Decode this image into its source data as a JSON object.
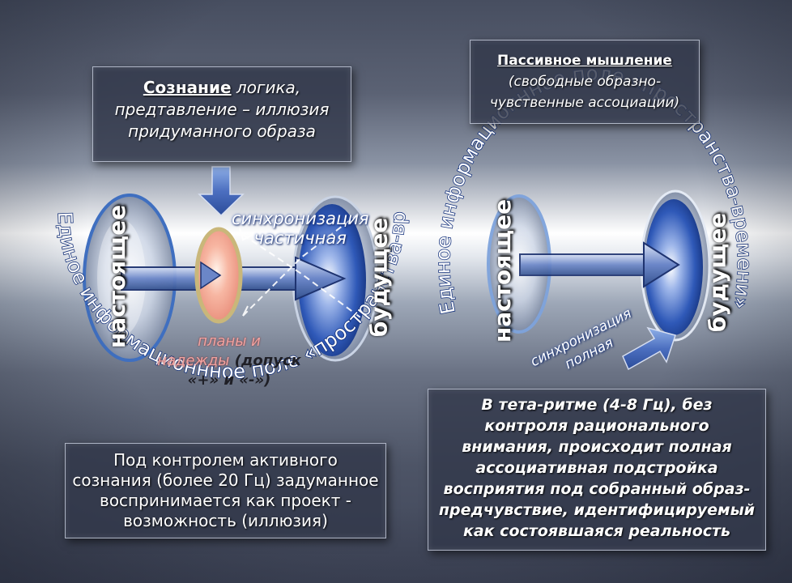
{
  "box_consciousness": {
    "title": "Сознание",
    "line1": " логика,",
    "line2": "предтавление – иллюзия",
    "line3": "придуманного образа"
  },
  "box_passive": {
    "title": "Пассивное мышление",
    "line1": "(свободные  образно-",
    "line2": "чувственные  ассоциации)"
  },
  "box_active_control": {
    "line1": "Под контролем активного",
    "line2": "сознания (более 20 Гц) задуманное",
    "line3": "воспринимается как проект -",
    "line4": "возможность (иллюзия)"
  },
  "box_theta": {
    "line1": "В тета-ритме (4-8 Гц), без",
    "line2": "контроля рационального",
    "line3": "внимания, происходит полная",
    "line4": "ассоциативная подстройка",
    "line5": "восприятия под собранный образ-",
    "line6": "предчувствие, идентифицируемый",
    "line7": "как состоявшаяся реальность"
  },
  "left_diagram": {
    "present_label": "настоящее",
    "future_label": "будущее",
    "field_arc_text": "Единое информационнное поле «пространства-времени»",
    "sync_line1": "синхронизация",
    "sync_line2": "частичная",
    "plans_line1": "планы и",
    "plans_word": "надежды",
    "plans_tail": " (допуск",
    "plans_line3": "«+» и «-»)"
  },
  "right_diagram": {
    "present_label": "настоящее",
    "future_label": "будущее",
    "field_arc_text": "Единое информационнное поле «пространства-времени»",
    "sync_line1": "синхронизация",
    "sync_line2": "полная"
  }
}
